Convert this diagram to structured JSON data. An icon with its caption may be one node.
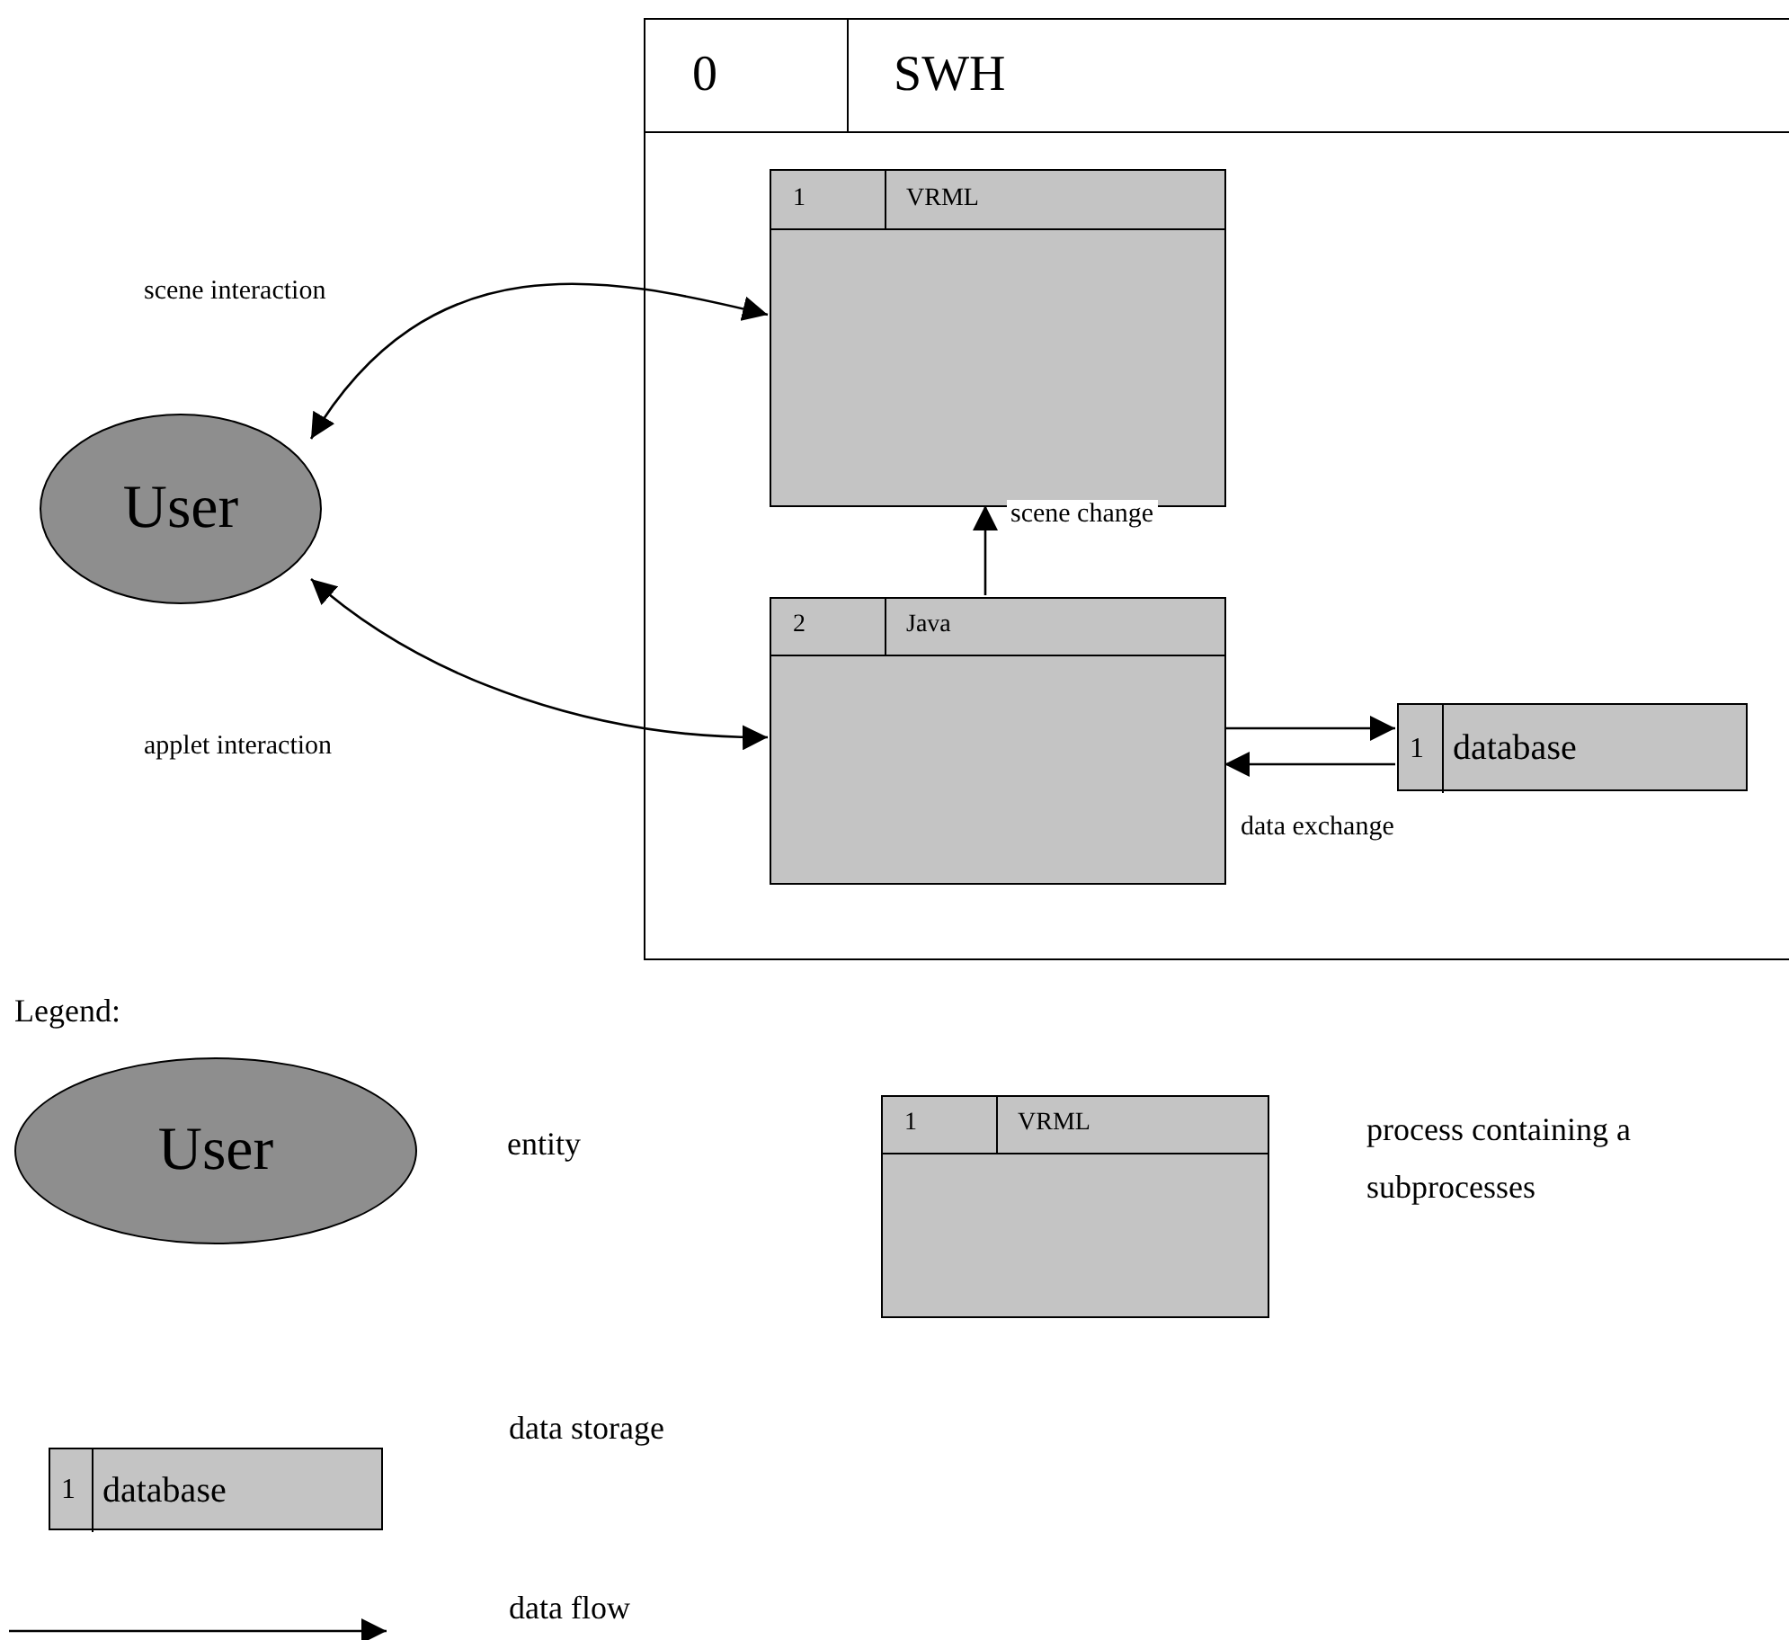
{
  "diagram": {
    "nodes": [
      {
        "text": [
          "0",
          "SWH"
        ]
      },
      {
        "text": [
          "1",
          "VRML"
        ],
        "in": 0
      },
      {
        "text": [
          "2",
          "Java"
        ],
        "in": 0
      },
      {
        "text": [
          "1",
          "database"
        ],
        "in": 0
      },
      {
        "text": [
          "User"
        ]
      },
      {
        "text": [
          "User"
        ]
      },
      {
        "text": [
          "1",
          "VRML"
        ]
      },
      {
        "text": [
          "1",
          "database"
        ]
      }
    ],
    "edges": [
      {
        "from": 4,
        "to": 1,
        "arrow": "both",
        "label": "scene interaction"
      },
      {
        "from": 2,
        "to": 1,
        "arrow": "to",
        "label": "scene change"
      },
      {
        "from": 4,
        "to": 2,
        "arrow": "both",
        "label": "applet interaction"
      },
      {
        "from": 2,
        "to": 3,
        "arrow": "to"
      },
      {
        "from": 3,
        "to": 2,
        "arrow": "to",
        "label": "data exchange"
      }
    ],
    "labels": [
      "Legend:"
    ],
    "legend": [
      {
        "text": "entity"
      },
      {
        "text": "process containing a subprocesses"
      },
      {
        "text": "data storage"
      },
      {
        "text": "data flow"
      }
    ]
  }
}
